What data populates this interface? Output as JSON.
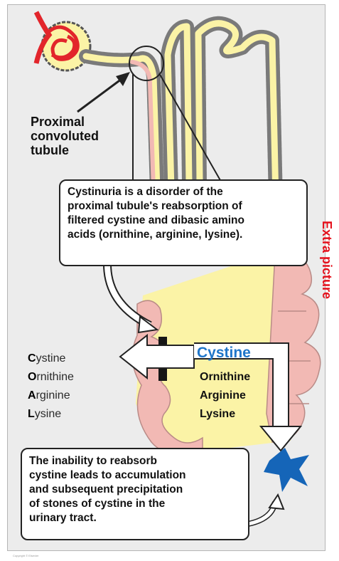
{
  "label_proximal": [
    "Proximal",
    "convoluted",
    "tubule"
  ],
  "callout_top": [
    "Cystinuria is a disorder of the",
    "proximal tubule's reabsorption of",
    "filtered cystine and dibasic amino",
    "acids (ornithine, arginine, lysine)."
  ],
  "left_list": [
    {
      "initial": "C",
      "rest": "ystine"
    },
    {
      "initial": "O",
      "rest": "rnithine"
    },
    {
      "initial": "A",
      "rest": "rginine"
    },
    {
      "initial": "L",
      "rest": "ysine"
    }
  ],
  "lumen_list": {
    "highlight": "Cystine",
    "others": [
      "Ornithine",
      "Arginine",
      "Lysine"
    ]
  },
  "callout_bottom": [
    "The inability to reabsorb",
    "cystine leads to accumulation",
    "and subsequent precipitation",
    "of stones of cystine in the",
    "urinary tract."
  ],
  "side_label": "Extra picture",
  "footer_credit": "Copyright © Elsevier",
  "colors": {
    "tubule_fill": "#fbf3a6",
    "cell_pink": "#f2b9b4",
    "highlight_blue": "#1f76c9",
    "stone_blue": "#1565b8",
    "side_label": "#e4111c",
    "vessel_red": "#e2252b"
  }
}
